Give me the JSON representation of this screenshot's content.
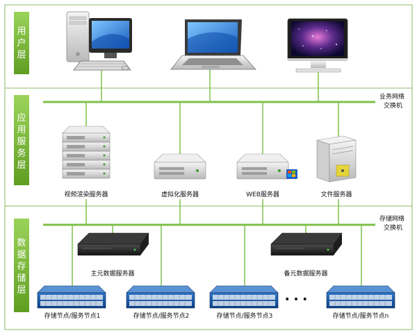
{
  "layers": [
    {
      "name_chars": [
        "用",
        "户",
        "层"
      ]
    },
    {
      "name_chars": [
        "应",
        "用",
        "服",
        "务",
        "层"
      ]
    },
    {
      "name_chars": [
        "数",
        "据",
        "存",
        "储",
        "层"
      ]
    }
  ],
  "networks": {
    "business": [
      "业务网络",
      "交换机"
    ],
    "storage": [
      "存储网络",
      "交换机"
    ]
  },
  "app_servers": [
    "视频渲染服务器",
    "虚拟化服务器",
    "WEB服务器",
    "文件服务器"
  ],
  "metadata_servers": [
    "主元数据服务器",
    "备元数据服务器"
  ],
  "storage_nodes": [
    "存储节点/服务节点1",
    "存储节点/服务节点2",
    "存储节点/服务节点3",
    "存储节点/服务节点n"
  ],
  "ellipsis": "• • •",
  "colors": {
    "green": "#7ab530",
    "line": "#7cc04a",
    "border": "#8ab864"
  }
}
